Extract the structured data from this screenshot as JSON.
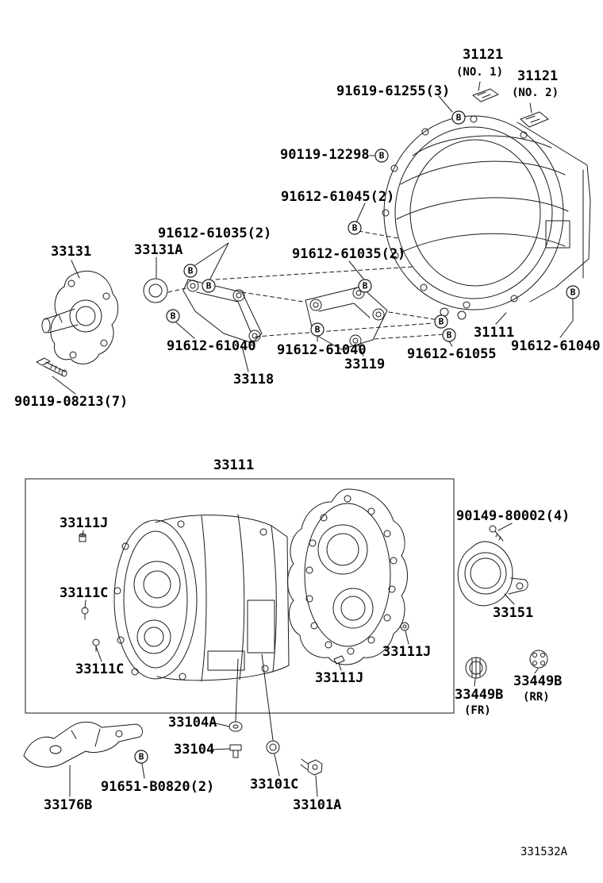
{
  "figure": {
    "code": "331532A"
  },
  "markers": {
    "b_label": "B"
  },
  "labels": {
    "p31121_no1": {
      "part": "31121",
      "qualifier": "(NO. 1)"
    },
    "p31121_no2": {
      "part": "31121",
      "qualifier": "(NO. 2)"
    },
    "p91619_61255": "91619-61255(3)",
    "p90119_12298": "90119-12298",
    "p91612_61045": "91612-61045(2)",
    "p91612_61035_left": "91612-61035(2)",
    "p33131": "33131",
    "p33131a": "33131A",
    "p91612_61035_right": "91612-61035(2)",
    "p91612_61040_left": "91612-61040",
    "p91612_61040_mid": "91612-61040",
    "p33119": "33119",
    "p91612_61055": "91612-61055",
    "p31111": "31111",
    "p91612_61040_right": "91612-61040",
    "p33118": "33118",
    "p90119_08213": "90119-08213(7)",
    "p33111": "33111",
    "p33111j_top": "33111J",
    "p90149_80002": "90149-80002(4)",
    "p33111c_upper": "33111C",
    "p33151": "33151",
    "p33111j_right": "33111J",
    "p33111c_lower": "33111C",
    "p33111j_bottom": "33111J",
    "p33449b_fr": {
      "part": "33449B",
      "qualifier": "(FR)"
    },
    "p33449b_rr": {
      "part": "33449B",
      "qualifier": "(RR)"
    },
    "p33104a": "33104A",
    "p33104": "33104",
    "p91651_b0820": "91651-B0820(2)",
    "p33101c": "33101C",
    "p33176b": "33176B",
    "p33101a": "33101A"
  }
}
